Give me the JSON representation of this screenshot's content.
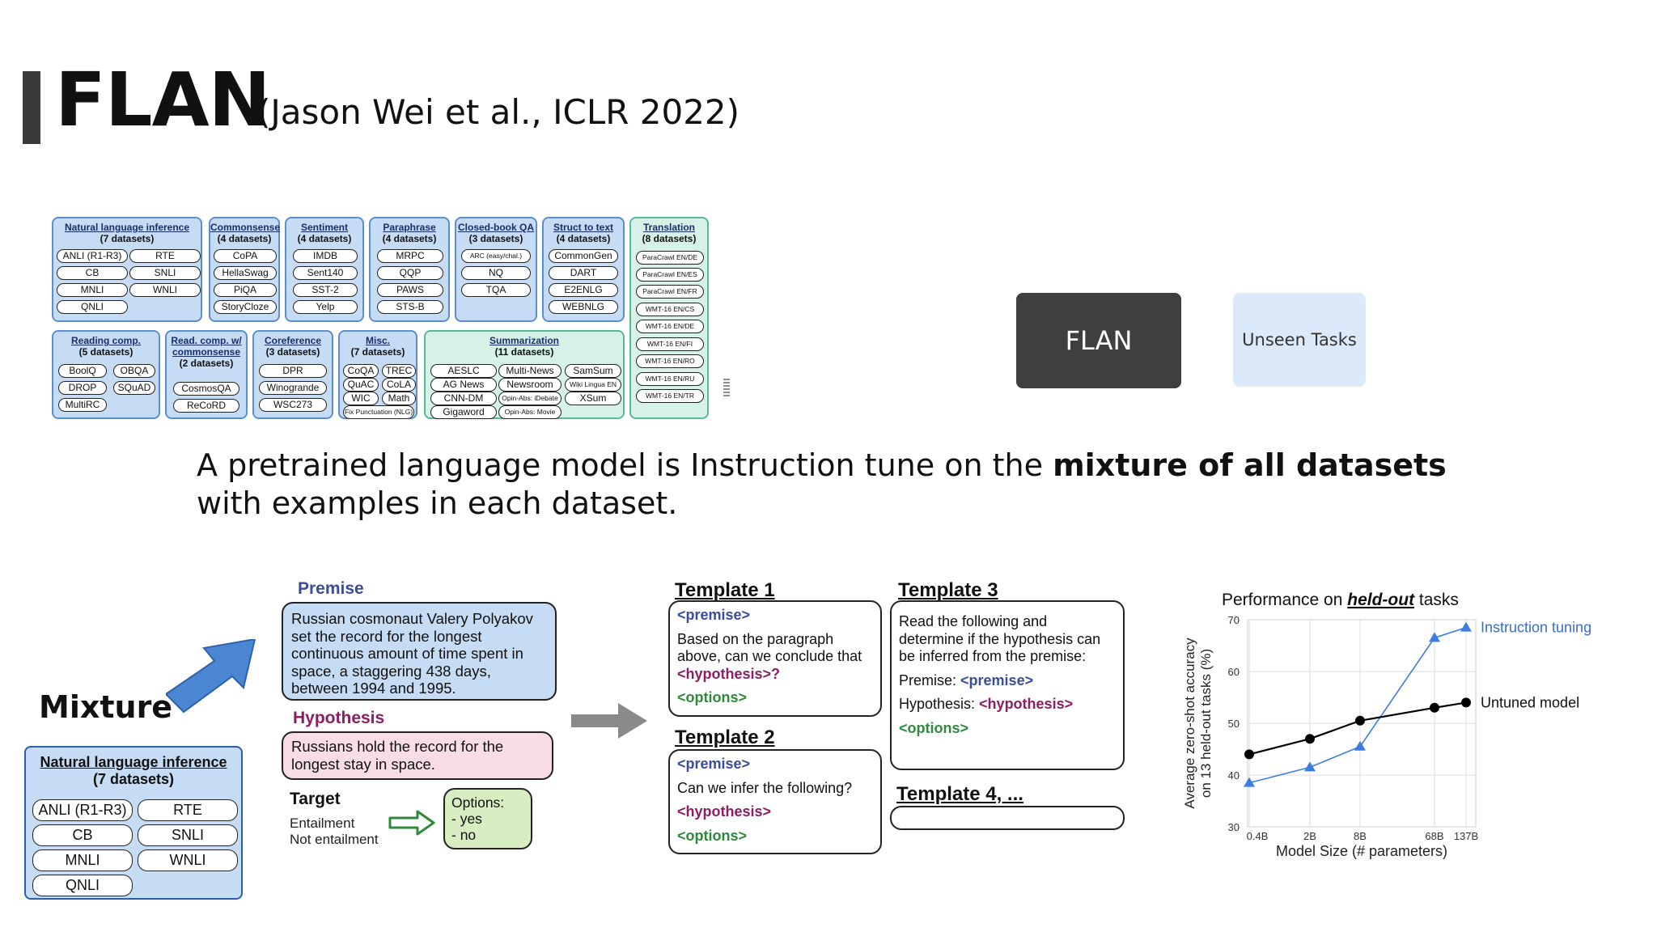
{
  "header": {
    "title": "FLAN",
    "subtitle": "(Jason Wei et al., ICLR 2022)"
  },
  "clusters": [
    {
      "name": "Natural language inference",
      "count": "(7 datasets)",
      "items": [
        "ANLI (R1-R3)",
        "RTE",
        "CB",
        "SNLI",
        "MNLI",
        "WNLI",
        "QNLI"
      ]
    },
    {
      "name": "Commonsense",
      "count": "(4 datasets)",
      "items": [
        "CoPA",
        "HellaSwag",
        "PiQA",
        "StoryCloze"
      ]
    },
    {
      "name": "Sentiment",
      "count": "(4 datasets)",
      "items": [
        "IMDB",
        "Sent140",
        "SST-2",
        "Yelp"
      ]
    },
    {
      "name": "Paraphrase",
      "count": "(4 datasets)",
      "items": [
        "MRPC",
        "QQP",
        "PAWS",
        "STS-B"
      ]
    },
    {
      "name": "Closed-book QA",
      "count": "(3 datasets)",
      "items": [
        "ARC (easy/chal.)",
        "NQ",
        "TQA"
      ]
    },
    {
      "name": "Struct to text",
      "count": "(4 datasets)",
      "items": [
        "CommonGen",
        "DART",
        "E2ENLG",
        "WEBNLG"
      ]
    },
    {
      "name": "Translation",
      "count": "(8 datasets)",
      "items": [
        "ParaCrawl EN/DE",
        "ParaCrawl EN/ES",
        "ParaCrawl EN/FR",
        "WMT-16 EN/CS",
        "WMT-16 EN/DE",
        "WMT-16 EN/FI",
        "WMT-16 EN/RO",
        "WMT-16 EN/RU",
        "WMT-16 EN/TR"
      ]
    },
    {
      "name": "Reading comp.",
      "count": "(5 datasets)",
      "items": [
        "BoolQ",
        "OBQA",
        "DROP",
        "SQuAD",
        "MultiRC"
      ]
    },
    {
      "name": "Read. comp. w/ commonsense",
      "count": "(2 datasets)",
      "items": [
        "CosmosQA",
        "ReCoRD"
      ]
    },
    {
      "name": "Coreference",
      "count": "(3 datasets)",
      "items": [
        "DPR",
        "Winogrande",
        "WSC273"
      ]
    },
    {
      "name": "Misc.",
      "count": "(7 datasets)",
      "items": [
        "CoQA",
        "TREC",
        "QuAC",
        "CoLA",
        "WIC",
        "Math",
        "Fix Punctuation (NLG)"
      ]
    },
    {
      "name": "Summarization",
      "count": "(11 datasets)",
      "items": [
        "AESLC",
        "Multi-News",
        "SamSum",
        "AG News",
        "Newsroom",
        "Wiki Lingua EN",
        "CNN-DM",
        "Opin-Abs: iDebate",
        "XSum",
        "Gigaword",
        "Opin-Abs: Movie"
      ]
    }
  ],
  "flan_box": "FLAN",
  "unseen_box": "Unseen Tasks",
  "caption": {
    "pre": "A pretrained language model is Instruction tune on the ",
    "bold": "mixture of all datasets",
    "post": " with examples in each dataset."
  },
  "mixture": {
    "label": "Mixture",
    "cluster_name": "Natural language inference",
    "cluster_count": "(7 datasets)",
    "items": [
      "ANLI (R1-R3)",
      "RTE",
      "CB",
      "SNLI",
      "MNLI",
      "WNLI",
      "QNLI"
    ]
  },
  "example": {
    "premise_label": "Premise",
    "premise_text": "Russian cosmonaut Valery Polyakov set the record for the longest continuous amount of time spent in space, a staggering 438 days, between 1994 and 1995.",
    "hypothesis_label": "Hypothesis",
    "hypothesis_text": "Russians hold the record for the longest stay in space.",
    "target_label": "Target",
    "target_options": [
      "Entailment",
      "Not entailment"
    ],
    "options_title": "Options:",
    "options": [
      "-  yes",
      "-  no"
    ]
  },
  "templates": [
    {
      "title": "Template 1",
      "lines": [
        "<premise>",
        "Based on the paragraph above, can we conclude that",
        "<hypothesis>?",
        "<options>"
      ]
    },
    {
      "title": "Template 2",
      "lines": [
        "<premise>",
        "Can we infer the following?",
        "<hypothesis>",
        "<options>"
      ]
    },
    {
      "title": "Template 3",
      "lines": [
        "Read the following and determine if the hypothesis can be inferred from the premise:",
        "Premise: ",
        "<premise>",
        "Hypothesis: ",
        "<hypothesis>",
        "<options>"
      ]
    },
    {
      "title": "Template 4, ...",
      "lines": []
    }
  ],
  "chart_data": {
    "type": "line",
    "title_pre": "Performance on ",
    "title_emph": "held-out",
    "title_post": " tasks",
    "ylabel_line1": "Average zero-shot accuracy",
    "ylabel_line2": "on 13 held-out tasks (%)",
    "xlabel": "Model Size (# parameters)",
    "x": [
      "0.4B",
      "2B",
      "8B",
      "68B",
      "137B"
    ],
    "ylim": [
      30,
      70
    ],
    "yticks": [
      30,
      40,
      50,
      60,
      70
    ],
    "series": [
      {
        "name": "Instruction tuning",
        "values": [
          38.5,
          41.5,
          45.5,
          66.5,
          68.5
        ],
        "color": "#3b7de0"
      },
      {
        "name": "Untuned model",
        "values": [
          44,
          47,
          50.5,
          53,
          54
        ],
        "color": "#000000"
      }
    ]
  }
}
